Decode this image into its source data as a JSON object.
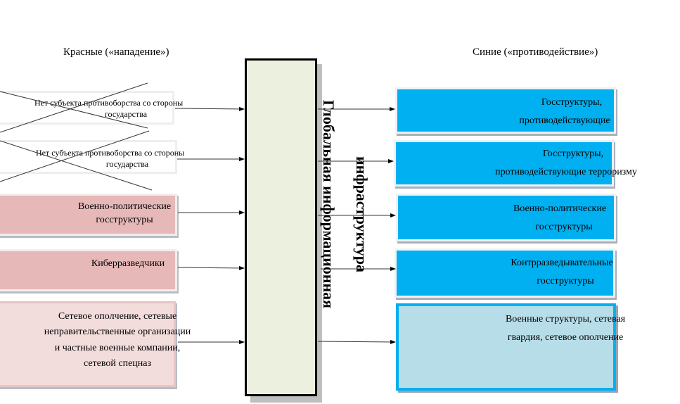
{
  "left_title": "Красные («нападение»)",
  "right_title": "Синие («противодействие»)",
  "center": {
    "line1": "Глобальная информационная",
    "line2": "инфраструктура"
  },
  "left_boxes": [
    {
      "lines": [
        "Нет субъекта противоборства со стороны",
        "государства"
      ],
      "style": "crossed-out"
    },
    {
      "lines": [
        "Нет субъекта противоборства со стороны",
        "государства"
      ],
      "style": "crossed-out"
    },
    {
      "lines": [
        "Военно-политические",
        "госструктуры"
      ],
      "style": "red"
    },
    {
      "lines": [
        "Киберразведчики"
      ],
      "style": "red"
    },
    {
      "lines": [
        "Сетевое ополчение, сетевые",
        "неправительственные организации",
        "и частные военные компании,",
        "сетевой спецназ"
      ],
      "style": "light-red"
    }
  ],
  "right_boxes": [
    {
      "lines": [
        "Госструктуры,",
        "противодействующие"
      ],
      "style": "blue"
    },
    {
      "lines": [
        "Госструктуры,",
        "противодействующие терроризму"
      ],
      "style": "blue"
    },
    {
      "lines": [
        "Военно-политические",
        "госструктуры"
      ],
      "style": "blue"
    },
    {
      "lines": [
        "Контрразведывательные",
        "госструктуры"
      ],
      "style": "blue"
    },
    {
      "lines": [
        "Военные структуры, сетевая",
        "гвардия, сетевое ополчение"
      ],
      "style": "light-blue"
    }
  ],
  "colors": {
    "red_box": "#e6b8b8",
    "light_red_box": "#f2dcdc",
    "blue_box": "#00b0f0",
    "light_blue_box": "#b7dde8",
    "center_box": "#ebf1de"
  }
}
